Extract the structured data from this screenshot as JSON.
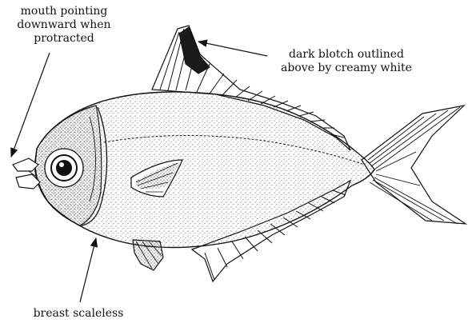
{
  "figure": {
    "annotations": {
      "mouth": {
        "lines": [
          "mouth pointing",
          "downward when",
          "protracted"
        ]
      },
      "blotch": {
        "lines": [
          "dark blotch outlined",
          "above by creamy white"
        ]
      },
      "breast": {
        "lines": [
          "breast scaleless"
        ]
      }
    },
    "colors": {
      "ink": "#111111",
      "body_fill": "#ffffff",
      "blotch": "#1a1a1a",
      "stipple": "#333333"
    },
    "icons": [
      "fish-illustration",
      "arrow"
    ]
  }
}
